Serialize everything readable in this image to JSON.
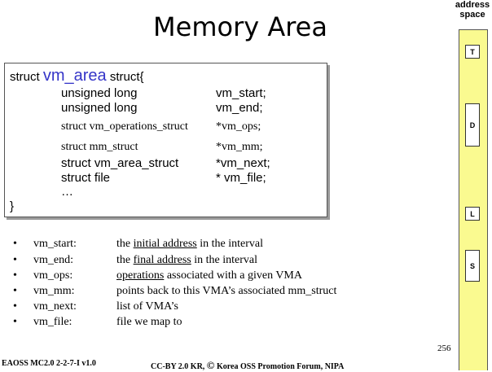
{
  "slide": {
    "title": "Memory Area",
    "page_number": "256"
  },
  "code": {
    "header_prefix": "struct",
    "header_name": "vm_area",
    "header_suffix": "struct{",
    "rows": [
      {
        "type": "unsigned long",
        "field": "vm_start;"
      },
      {
        "type": "unsigned long",
        "field": "vm_end;"
      },
      {
        "type": "struct vm_operations_struct",
        "field": "*vm_ops;"
      },
      {
        "type": "struct mm_struct",
        "field": "*vm_mm;"
      },
      {
        "type": "struct vm_area_struct",
        "field": "*vm_next;"
      },
      {
        "type": "struct file",
        "field": "* vm_file;"
      }
    ],
    "ellipsis": "…",
    "closing": "}"
  },
  "bullets": [
    {
      "key": "vm_start:",
      "pre": "the ",
      "link": "initial address",
      "post": " in the interval"
    },
    {
      "key": "vm_end:",
      "pre": "the ",
      "link": "final address",
      "post": " in the interval"
    },
    {
      "key": "vm_ops:",
      "pre": "",
      "link": "operations",
      "post": " associated  with a given VMA"
    },
    {
      "key": "vm_mm:",
      "pre": "points back to this VMA’s associated mm_struct",
      "link": "",
      "post": ""
    },
    {
      "key": "vm_next:",
      "pre": "list of VMA’s",
      "link": "",
      "post": ""
    },
    {
      "key": "vm_file:",
      "pre": "file we map to",
      "link": "",
      "post": ""
    }
  ],
  "bullet_symbol": "•",
  "footer": {
    "left": "EAOSS MC2.0 2-2-7-I v1.0",
    "right_prefix": "CC-BY 2.0 KR,",
    "copyright_symbol": "©",
    "right_suffix": "Korea OSS Promotion Forum, NIPA"
  },
  "address_space": {
    "label_line1": "address",
    "label_line2": "space",
    "bar_color": "#fafa90",
    "segments": [
      "T",
      "D",
      "L",
      "S"
    ]
  },
  "colors": {
    "struct_name": "#3535c8"
  }
}
